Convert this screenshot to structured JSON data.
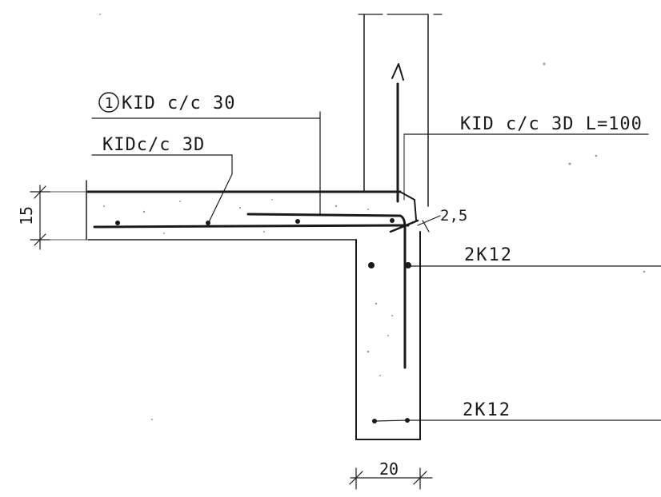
{
  "labels": {
    "slab_top_bar": "KID c/c 30",
    "marker_number": "1",
    "slab_bottom_bar": "KIDc/c 3D",
    "hook_bar": "KID c/c 3D L=100",
    "beam_top_bars": "2K12",
    "beam_bottom_bars": "2K12"
  },
  "dimensions": {
    "slab_thickness": "15",
    "cover": "2,5",
    "beam_width": "20"
  }
}
